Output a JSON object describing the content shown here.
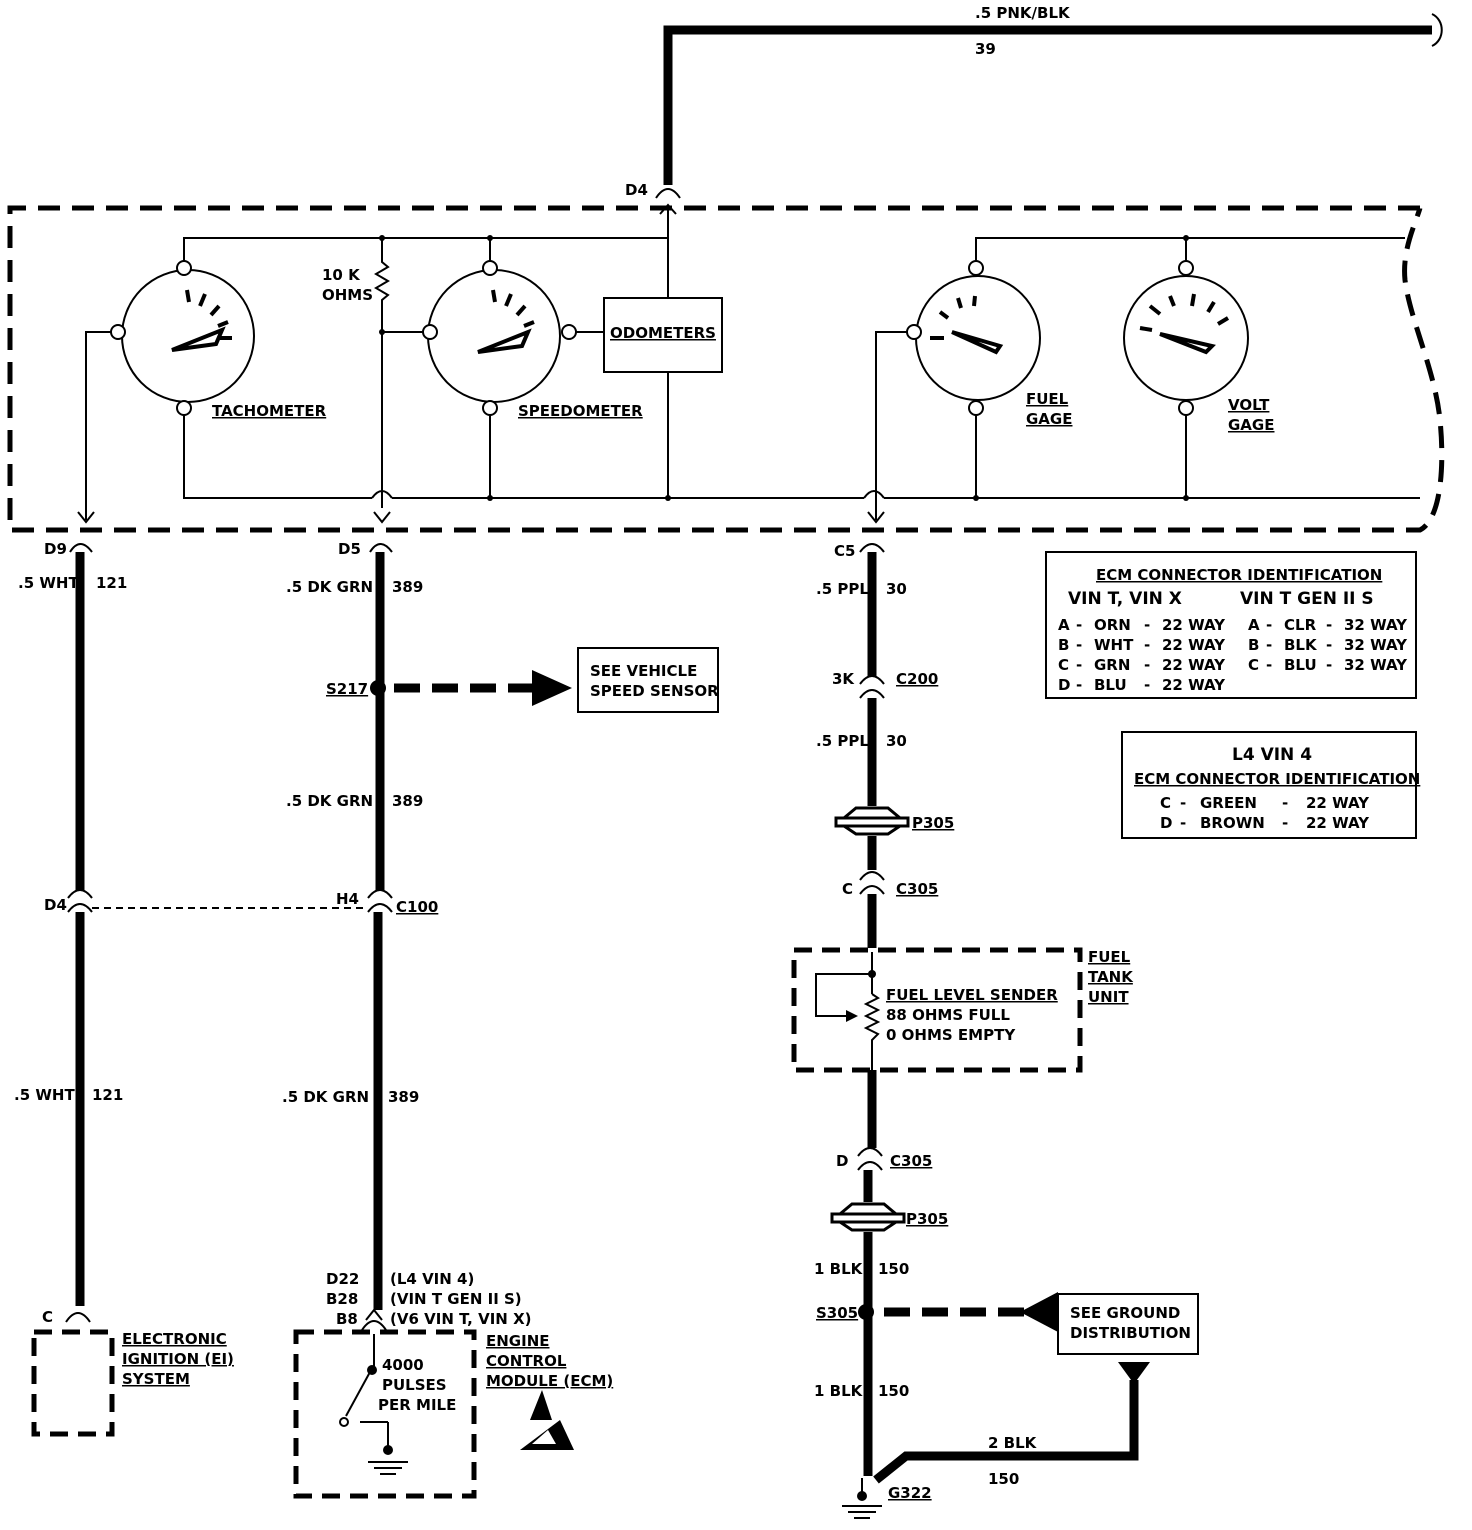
{
  "wires": {
    "top_wire_color": ".5 PNK/BLK",
    "top_wire_circuit": "39",
    "d9_color": ".5 WHT",
    "d9_circuit": "121",
    "d5_color": ".5 DK GRN",
    "d5_circuit": "389",
    "c5_color": ".5 PPL",
    "c5_circuit": "30",
    "blk_color": "1 BLK",
    "blk_circuit": "150",
    "ground_color": "2 BLK",
    "ground_circuit": "150"
  },
  "connectors": {
    "d4_top": "D4",
    "d9": "D9",
    "d5": "D5",
    "c5": "C5",
    "d4_left": "D4",
    "h4": "H4",
    "c100": "C100",
    "c_ei": "C",
    "k3": "3K",
    "c200": "C200",
    "p305": "P305",
    "c_c305": "C",
    "c305": "C305",
    "d_c305": "D",
    "s217": "S217",
    "s305": "S305",
    "g322": "G322",
    "ecm_pins": [
      "D22",
      "B28",
      "B8"
    ],
    "ecm_pin_notes": [
      "(L4  VIN 4)",
      "(VIN T  GEN II S)",
      "(V6  VIN T, VIN X)"
    ]
  },
  "cluster": {
    "tachometer": "TACHOMETER",
    "speedometer": "SPEEDOMETER",
    "odometers": "ODOMETERS",
    "fuel_gage": [
      "FUEL",
      "GAGE"
    ],
    "volt_gage": [
      "VOLT",
      "GAGE"
    ],
    "resistor": [
      "10 K",
      "OHMS"
    ]
  },
  "boxes": {
    "vss": [
      "SEE VEHICLE",
      "SPEED SENSOR"
    ],
    "ground_dist": [
      "SEE GROUND",
      "DISTRIBUTION"
    ],
    "fuel_sender": [
      "FUEL LEVEL SENDER",
      "88 OHMS FULL",
      "0 OHMS EMPTY"
    ],
    "fuel_tank_unit": [
      "FUEL",
      "TANK",
      "UNIT"
    ],
    "ei_system": [
      "ELECTRONIC",
      "IGNITION (EI)",
      "SYSTEM"
    ],
    "ecm": [
      "ENGINE",
      "CONTROL",
      "MODULE (ECM)"
    ],
    "pulses": [
      "4000",
      "PULSES",
      "PER MILE"
    ]
  },
  "ecm_table_1": {
    "title": "ECM CONNECTOR IDENTIFICATION",
    "col1_head": "VIN T, VIN X",
    "col2_head": "VIN T  GEN II S",
    "col1_rows": [
      [
        "A",
        "-",
        "ORN",
        "-",
        "22 WAY"
      ],
      [
        "B",
        "-",
        "WHT",
        "-",
        "22 WAY"
      ],
      [
        "C",
        "-",
        "GRN",
        "-",
        "22 WAY"
      ],
      [
        "D",
        "-",
        "BLU",
        "-",
        "22 WAY"
      ]
    ],
    "col2_rows": [
      [
        "A",
        "-",
        "CLR",
        "-",
        "32 WAY"
      ],
      [
        "B",
        "-",
        "BLK",
        "-",
        "32 WAY"
      ],
      [
        "C",
        "-",
        "BLU",
        "-",
        "32 WAY"
      ]
    ]
  },
  "ecm_table_2": {
    "title1": "L4  VIN 4",
    "title2": "ECM CONNECTOR IDENTIFICATION",
    "rows": [
      [
        "C",
        "-",
        "GREEN",
        "-",
        "22 WAY"
      ],
      [
        "D",
        "-",
        "BROWN",
        "-",
        "22 WAY"
      ]
    ]
  }
}
